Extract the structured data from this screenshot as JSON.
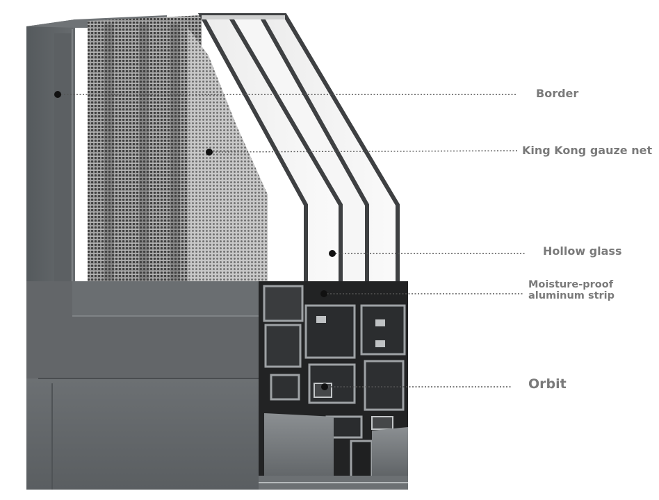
{
  "callouts": {
    "border": "Border",
    "gauze": "King Kong gauze net",
    "glass": "Hollow glass",
    "strip_line1": "Moisture-proof",
    "strip_line2": "aluminum strip",
    "orbit": "Orbit"
  },
  "colors": {
    "frame": "#5d6063",
    "frame_light": "#6b6e71",
    "frame_dark": "#2f3133",
    "glass": "#f3f4f4",
    "glass_edge": "#3e4042",
    "mesh": "#666666",
    "label": "#7a7a7a",
    "leader": "#555555"
  },
  "icons": {
    "bullet": "black-dot-icon",
    "leader": "dotted-leader-line"
  }
}
